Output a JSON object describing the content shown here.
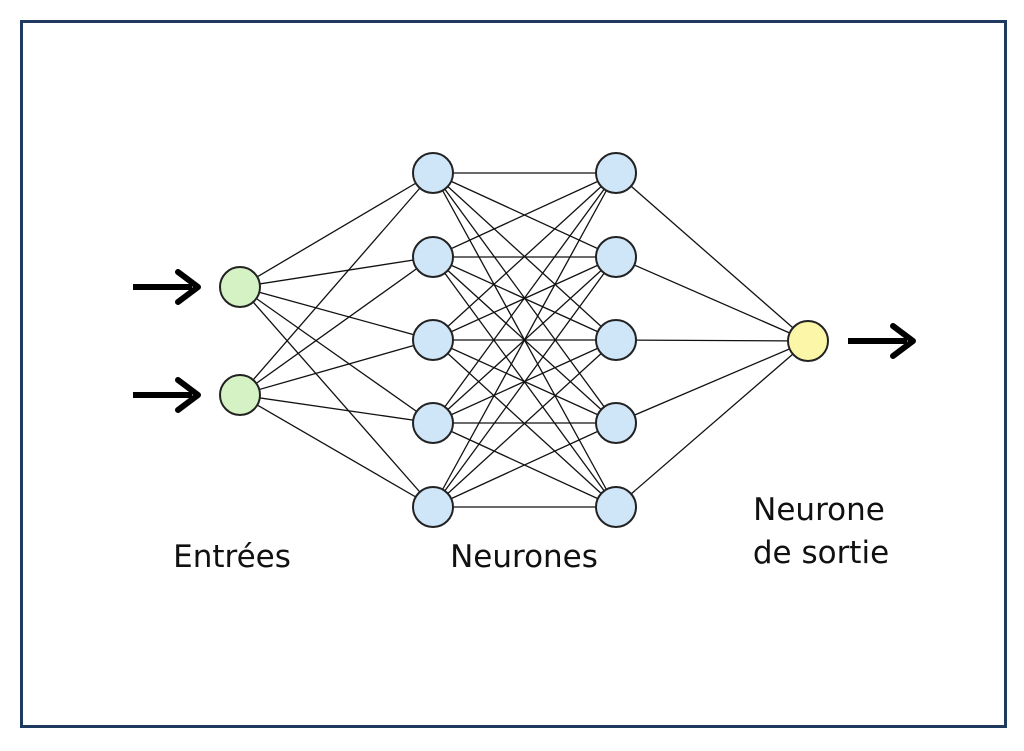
{
  "labels": {
    "inputs": "Entrées",
    "hidden": "Neurones",
    "output_line1": "Neurone",
    "output_line2": "de sortie"
  },
  "network": {
    "layers": [
      2,
      5,
      5,
      1
    ],
    "input_arrows": 2,
    "output_arrows": 1
  },
  "colors": {
    "frame": "#1f3a5f",
    "input_fill": "#d4f2c4",
    "hidden_fill": "#cfe5f8",
    "output_fill": "#fbf6a8",
    "node_stroke": "#222222",
    "edge": "#111111",
    "arrow": "#000000"
  }
}
